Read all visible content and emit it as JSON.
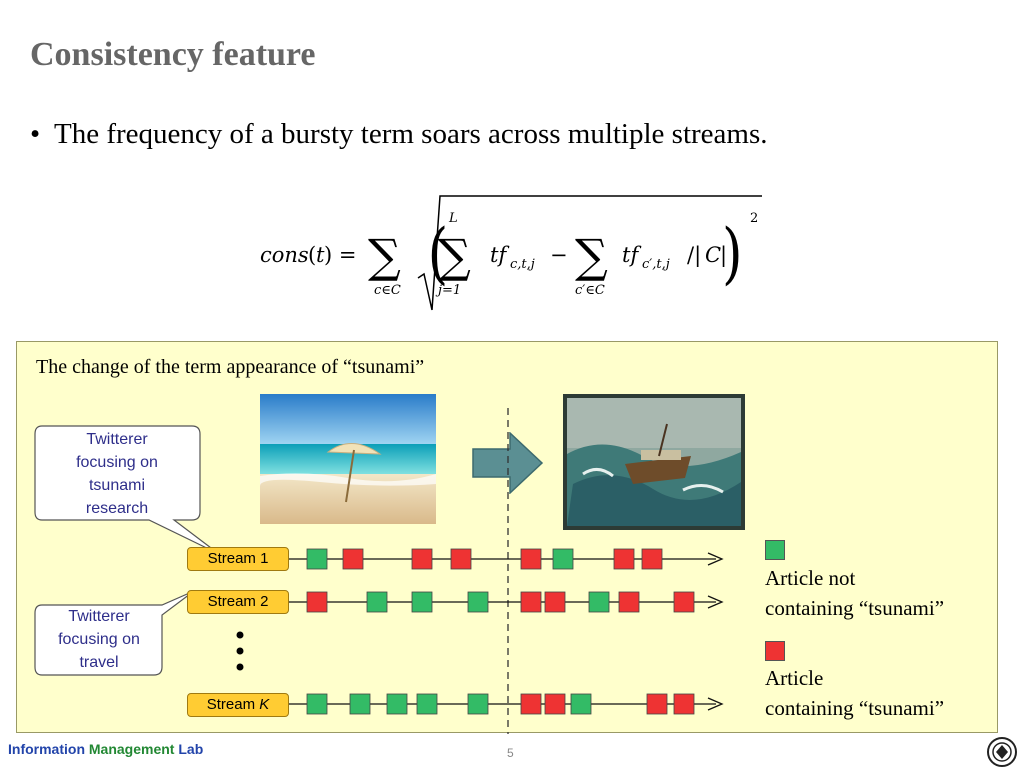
{
  "slide": {
    "title": "Consistency feature",
    "bullet": "The frequency of a bursty term soars across multiple streams."
  },
  "panel": {
    "caption": "The change of the term appearance of “tsunami”"
  },
  "callouts": [
    {
      "text": "Twitterer\nfocusing on\ntsunami\nresearch"
    },
    {
      "text": "Twitterer\nfocusing on\ntravel"
    }
  ],
  "streams": [
    {
      "label": "Stream 1",
      "articles": [
        "green",
        "red",
        "red",
        "red",
        "red",
        "green",
        "red",
        "red"
      ]
    },
    {
      "label": "Stream 2",
      "articles": [
        "red",
        "green",
        "green",
        "green",
        "red",
        "red",
        "green",
        "red",
        "red"
      ]
    },
    {
      "label_prefix": "Stream ",
      "label_italic": "K",
      "articles": [
        "green",
        "green",
        "green",
        "green",
        "green",
        "red",
        "red",
        "green",
        "red",
        "red"
      ]
    }
  ],
  "legend": [
    {
      "color": "green",
      "text": "Article not\ncontaining “tsunami”"
    },
    {
      "color": "red",
      "text": "Article\ncontaining “tsunami”"
    }
  ],
  "colors": {
    "green": "#33bb66",
    "red": "#ee3333",
    "arrow": "#5b8f93",
    "lab_blue": "#2244aa",
    "lab_green": "#228833"
  },
  "footer": {
    "lab_words": [
      "Information",
      "Management",
      "Lab"
    ],
    "page_number": "5"
  },
  "images": [
    {
      "name": "beach-photo"
    },
    {
      "name": "shipwreck-painting"
    }
  ]
}
